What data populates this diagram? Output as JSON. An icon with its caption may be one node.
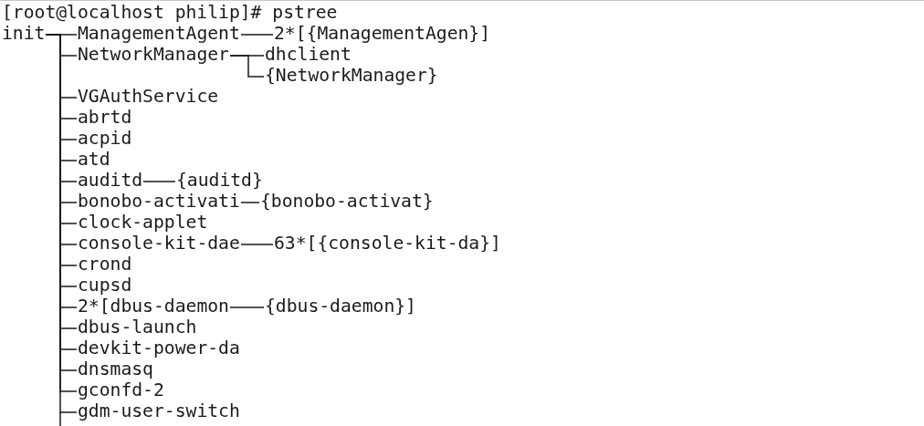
{
  "diagram": {
    "nodes": [
      {
        "text": [
          "init"
        ]
      },
      {
        "text": [
          "ManagementAgent"
        ]
      },
      {
        "text": [
          "2*[{ManagementAgen}]"
        ]
      },
      {
        "text": [
          "NetworkManager"
        ]
      },
      {
        "text": [
          "dhclient"
        ]
      },
      {
        "text": [
          "{NetworkManager}"
        ]
      },
      {
        "text": [
          "VGAuthService"
        ]
      },
      {
        "text": [
          "abrtd"
        ]
      },
      {
        "text": [
          "acpid"
        ]
      },
      {
        "text": [
          "atd"
        ]
      },
      {
        "text": [
          "auditd"
        ]
      },
      {
        "text": [
          "{auditd}"
        ]
      },
      {
        "text": [
          "bonobo-activati"
        ]
      },
      {
        "text": [
          "{bonobo-activat}"
        ]
      },
      {
        "text": [
          "clock-applet"
        ]
      },
      {
        "text": [
          "console-kit-dae"
        ]
      },
      {
        "text": [
          "63*[{console-kit-da}]"
        ]
      },
      {
        "text": [
          "crond"
        ]
      },
      {
        "text": [
          "cupsd"
        ]
      },
      {
        "text": [
          "2*[dbus-daemon"
        ]
      },
      {
        "text": [
          "{dbus-daemon}]"
        ]
      },
      {
        "text": [
          "dbus-launch"
        ]
      },
      {
        "text": [
          "devkit-power-da"
        ]
      },
      {
        "text": [
          "dnsmasq"
        ]
      },
      {
        "text": [
          "gconfd-2"
        ]
      },
      {
        "text": [
          "gdm-user-switch"
        ]
      }
    ],
    "edges": [
      {
        "from": 0,
        "to": 1,
        "arrow": "none"
      },
      {
        "from": 1,
        "to": 2,
        "arrow": "none"
      },
      {
        "from": 0,
        "to": 3,
        "arrow": "none"
      },
      {
        "from": 3,
        "to": 4,
        "arrow": "none"
      },
      {
        "from": 3,
        "to": 5,
        "arrow": "none"
      },
      {
        "from": 0,
        "to": 6,
        "arrow": "none"
      },
      {
        "from": 0,
        "to": 7,
        "arrow": "none"
      },
      {
        "from": 0,
        "to": 8,
        "arrow": "none"
      },
      {
        "from": 0,
        "to": 9,
        "arrow": "none"
      },
      {
        "from": 0,
        "to": 10,
        "arrow": "none"
      },
      {
        "from": 10,
        "to": 11,
        "arrow": "none"
      },
      {
        "from": 0,
        "to": 12,
        "arrow": "none"
      },
      {
        "from": 12,
        "to": 13,
        "arrow": "none"
      },
      {
        "from": 0,
        "to": 14,
        "arrow": "none"
      },
      {
        "from": 0,
        "to": 15,
        "arrow": "none"
      },
      {
        "from": 15,
        "to": 16,
        "arrow": "none"
      },
      {
        "from": 0,
        "to": 17,
        "arrow": "none"
      },
      {
        "from": 0,
        "to": 18,
        "arrow": "none"
      },
      {
        "from": 0,
        "to": 19,
        "arrow": "none"
      },
      {
        "from": 19,
        "to": 20,
        "arrow": "none"
      },
      {
        "from": 0,
        "to": 21,
        "arrow": "none"
      },
      {
        "from": 0,
        "to": 22,
        "arrow": "none"
      },
      {
        "from": 0,
        "to": 23,
        "arrow": "none"
      },
      {
        "from": 0,
        "to": 24,
        "arrow": "none"
      },
      {
        "from": 0,
        "to": 25,
        "arrow": "none"
      }
    ],
    "labels": [
      "[root@localhost philip]# pstree"
    ]
  }
}
